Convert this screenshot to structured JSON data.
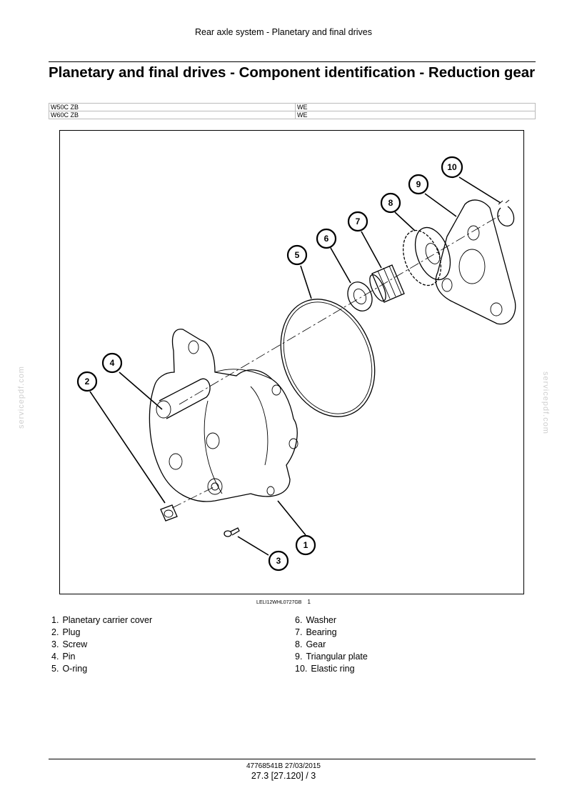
{
  "header": {
    "section": "Rear axle system - Planetary and final drives"
  },
  "title": "Planetary and final drives - Component identification - Reduction gear",
  "applicability": [
    {
      "model": "W50C ZB",
      "region": "WE"
    },
    {
      "model": "W60C ZB",
      "region": "WE"
    }
  ],
  "figure": {
    "reference": "LELI12WHL0727GB",
    "number": "1",
    "callouts": [
      "1",
      "2",
      "3",
      "4",
      "5",
      "6",
      "7",
      "8",
      "9",
      "10"
    ]
  },
  "legend": [
    {
      "num": "1.",
      "label": "Planetary carrier cover"
    },
    {
      "num": "2.",
      "label": "Plug"
    },
    {
      "num": "3.",
      "label": "Screw"
    },
    {
      "num": "4.",
      "label": "Pin"
    },
    {
      "num": "5.",
      "label": "O-ring"
    },
    {
      "num": "6.",
      "label": "Washer"
    },
    {
      "num": "7.",
      "label": "Bearing"
    },
    {
      "num": "8.",
      "label": "Gear"
    },
    {
      "num": "9.",
      "label": "Triangular plate"
    },
    {
      "num": "10.",
      "label": "Elastic ring"
    }
  ],
  "watermark": "servicepdf.com",
  "footer": {
    "doc_ref": "47768541B 27/03/2015",
    "page": "27.3 [27.120] / 3"
  }
}
